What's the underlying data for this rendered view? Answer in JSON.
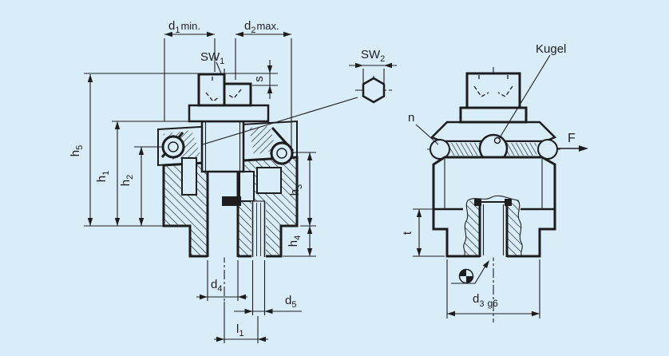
{
  "drawing": {
    "background_color": "#d9edf8",
    "line_color": "#1d1d1f"
  },
  "labels": {
    "d1": {
      "main": "d",
      "sub": "1",
      "suffix": "min."
    },
    "d2": {
      "main": "d",
      "sub": "2",
      "suffix": "max."
    },
    "sw1": {
      "main": "SW",
      "sub": "1"
    },
    "sw2": {
      "main": "SW",
      "sub": "2"
    },
    "s": {
      "main": "s"
    },
    "h5": {
      "main": "h",
      "sub": "5"
    },
    "h1": {
      "main": "h",
      "sub": "1"
    },
    "h2": {
      "main": "h",
      "sub": "2"
    },
    "h3": {
      "main": "h",
      "sub": "3"
    },
    "h4": {
      "main": "h",
      "sub": "4"
    },
    "d4": {
      "main": "d",
      "sub": "4"
    },
    "d5": {
      "main": "d",
      "sub": "5"
    },
    "l1": {
      "main": "l",
      "sub": "1"
    },
    "t": {
      "main": "t"
    },
    "d3": {
      "main": "d",
      "sub": "3",
      "suffix": "g6"
    },
    "kugel": {
      "main": "Kugel"
    },
    "n": {
      "main": "n"
    },
    "f": {
      "main": "F"
    }
  }
}
